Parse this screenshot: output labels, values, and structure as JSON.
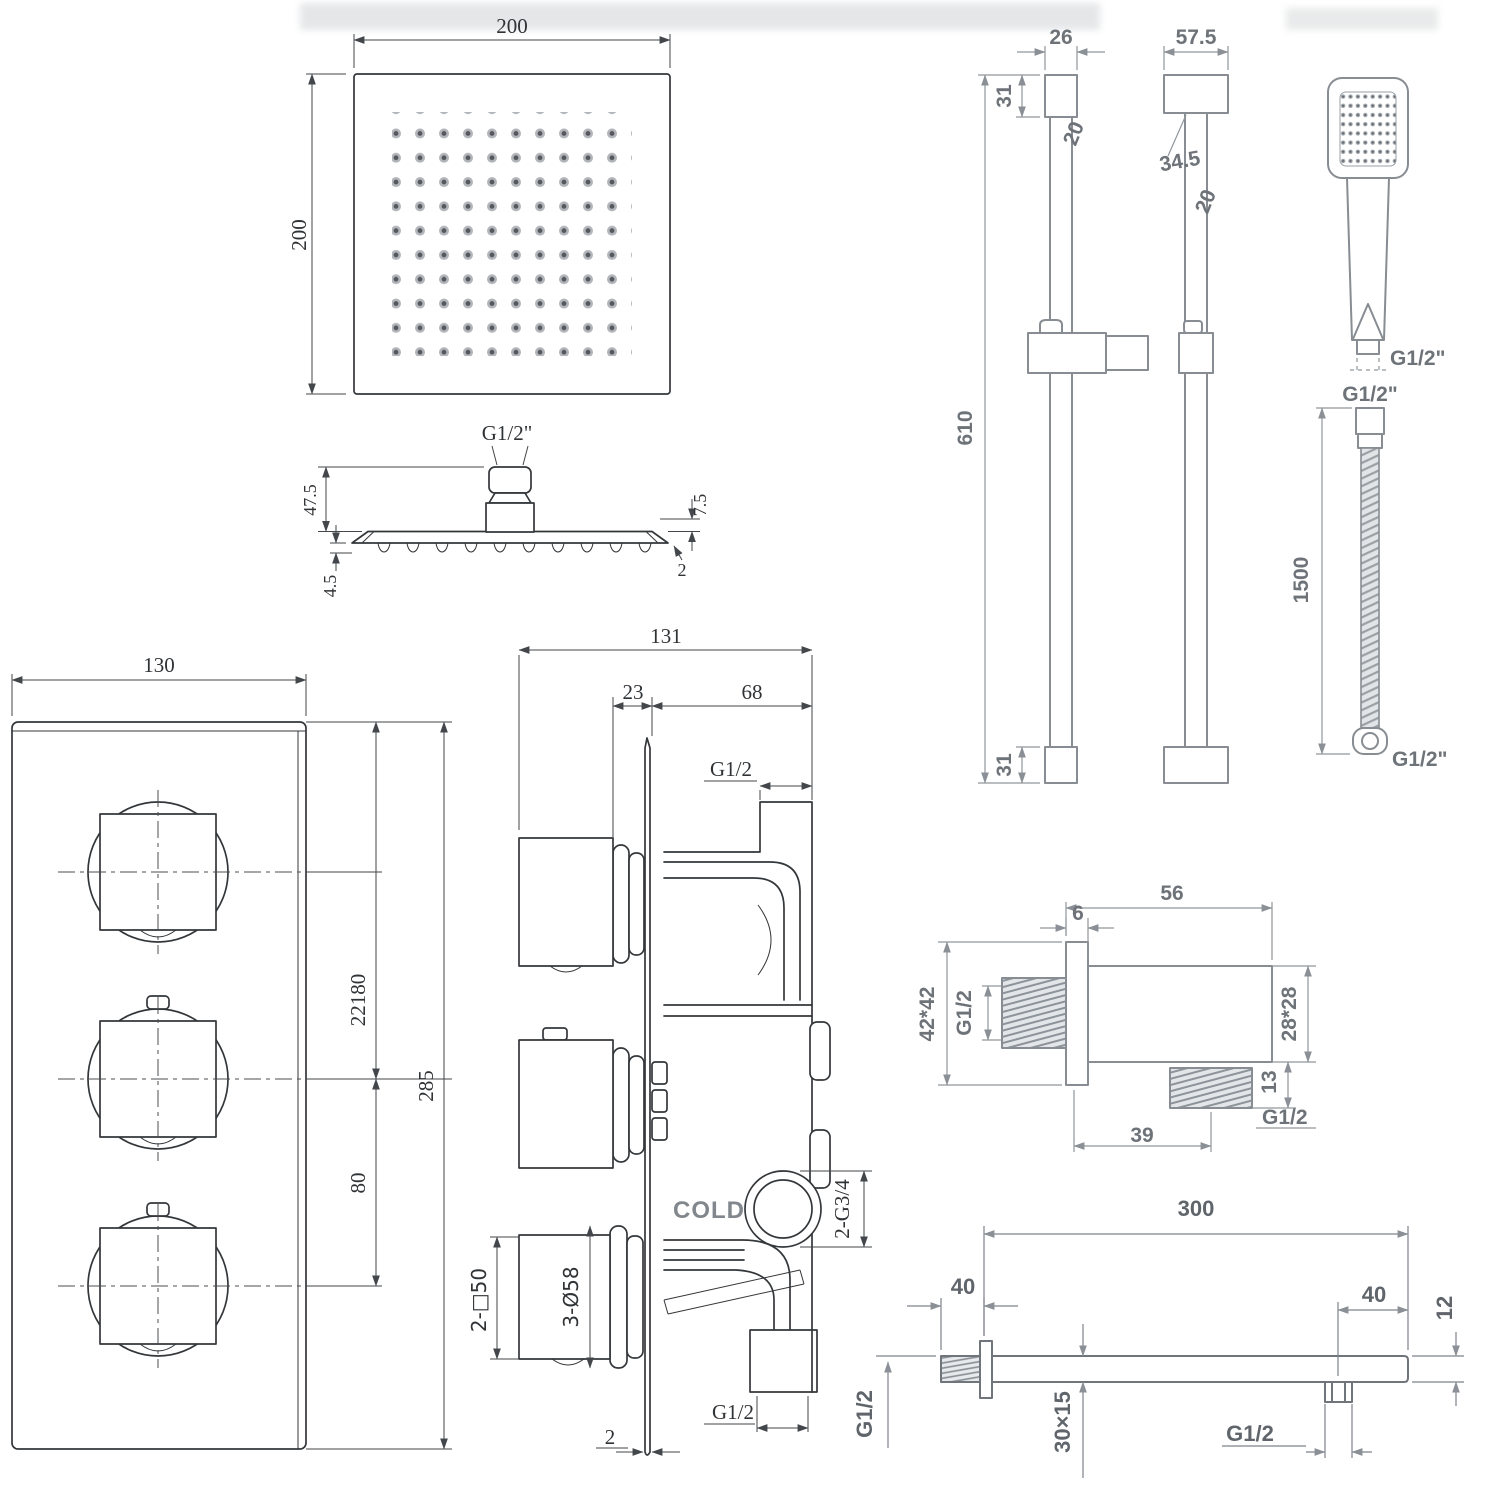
{
  "labels": {
    "head_top": {
      "w": "200",
      "h": "200"
    },
    "head_side": {
      "thread": "G1/2\"",
      "h": "47.5",
      "rim": "7.5",
      "nozzle": "4.5",
      "plate": "2"
    },
    "front": {
      "w": "130",
      "h": "285",
      "p1": "22180",
      "p2": "80"
    },
    "side": {
      "w": "131",
      "a": "23",
      "b": "68",
      "top": "G1/2",
      "cold": "COLD",
      "ports": "2-G3/4",
      "knob": "2-□50",
      "flange": "3-Ø58",
      "plate": "2",
      "bottom": "G1/2"
    },
    "rail": {
      "capw": "26",
      "caph": "31",
      "railw": "20",
      "len": "610",
      "foot": "31",
      "scapw": "57.5",
      "scapd": "34.5",
      "srailw": "20"
    },
    "hand": {
      "thread": "G1/2\""
    },
    "hose": {
      "top": "G1/2\"",
      "len": "1500",
      "bottom": "G1/2\""
    },
    "elbow": {
      "body": "56",
      "flange": "6",
      "plate": "42*42",
      "inlet": "G1/2",
      "sec": "28*28",
      "drop": "13",
      "off": "39",
      "out": "G1/2"
    },
    "arm": {
      "len": "300",
      "thr": "40",
      "off": "40",
      "tip": "12",
      "inlet": "G1/2",
      "sec": "30×15",
      "out": "G1/2"
    }
  },
  "colors": {
    "ink": "#34373a",
    "gray_line": "#878d92",
    "dim": "#43464a"
  }
}
